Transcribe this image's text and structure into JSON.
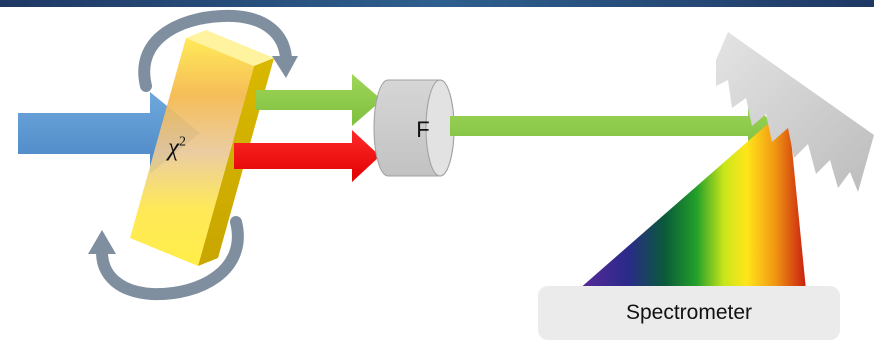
{
  "crystal": {
    "symbol": "χ",
    "superscript": "2"
  },
  "filter": {
    "label": "F"
  },
  "spectrometer": {
    "label": "Spectrometer"
  },
  "colors": {
    "pump_beam": "#5b9bd5",
    "sfg_beam": "#92d050",
    "residual_beam": "#ff0000",
    "crystal": "#ffe600",
    "rotation_arrows": "#7f8fa0",
    "filter": "#d0d0d0",
    "grating": "#c8c8c8",
    "top_bar": "#1f3864",
    "spectrometer_box": "#ebebeb"
  }
}
